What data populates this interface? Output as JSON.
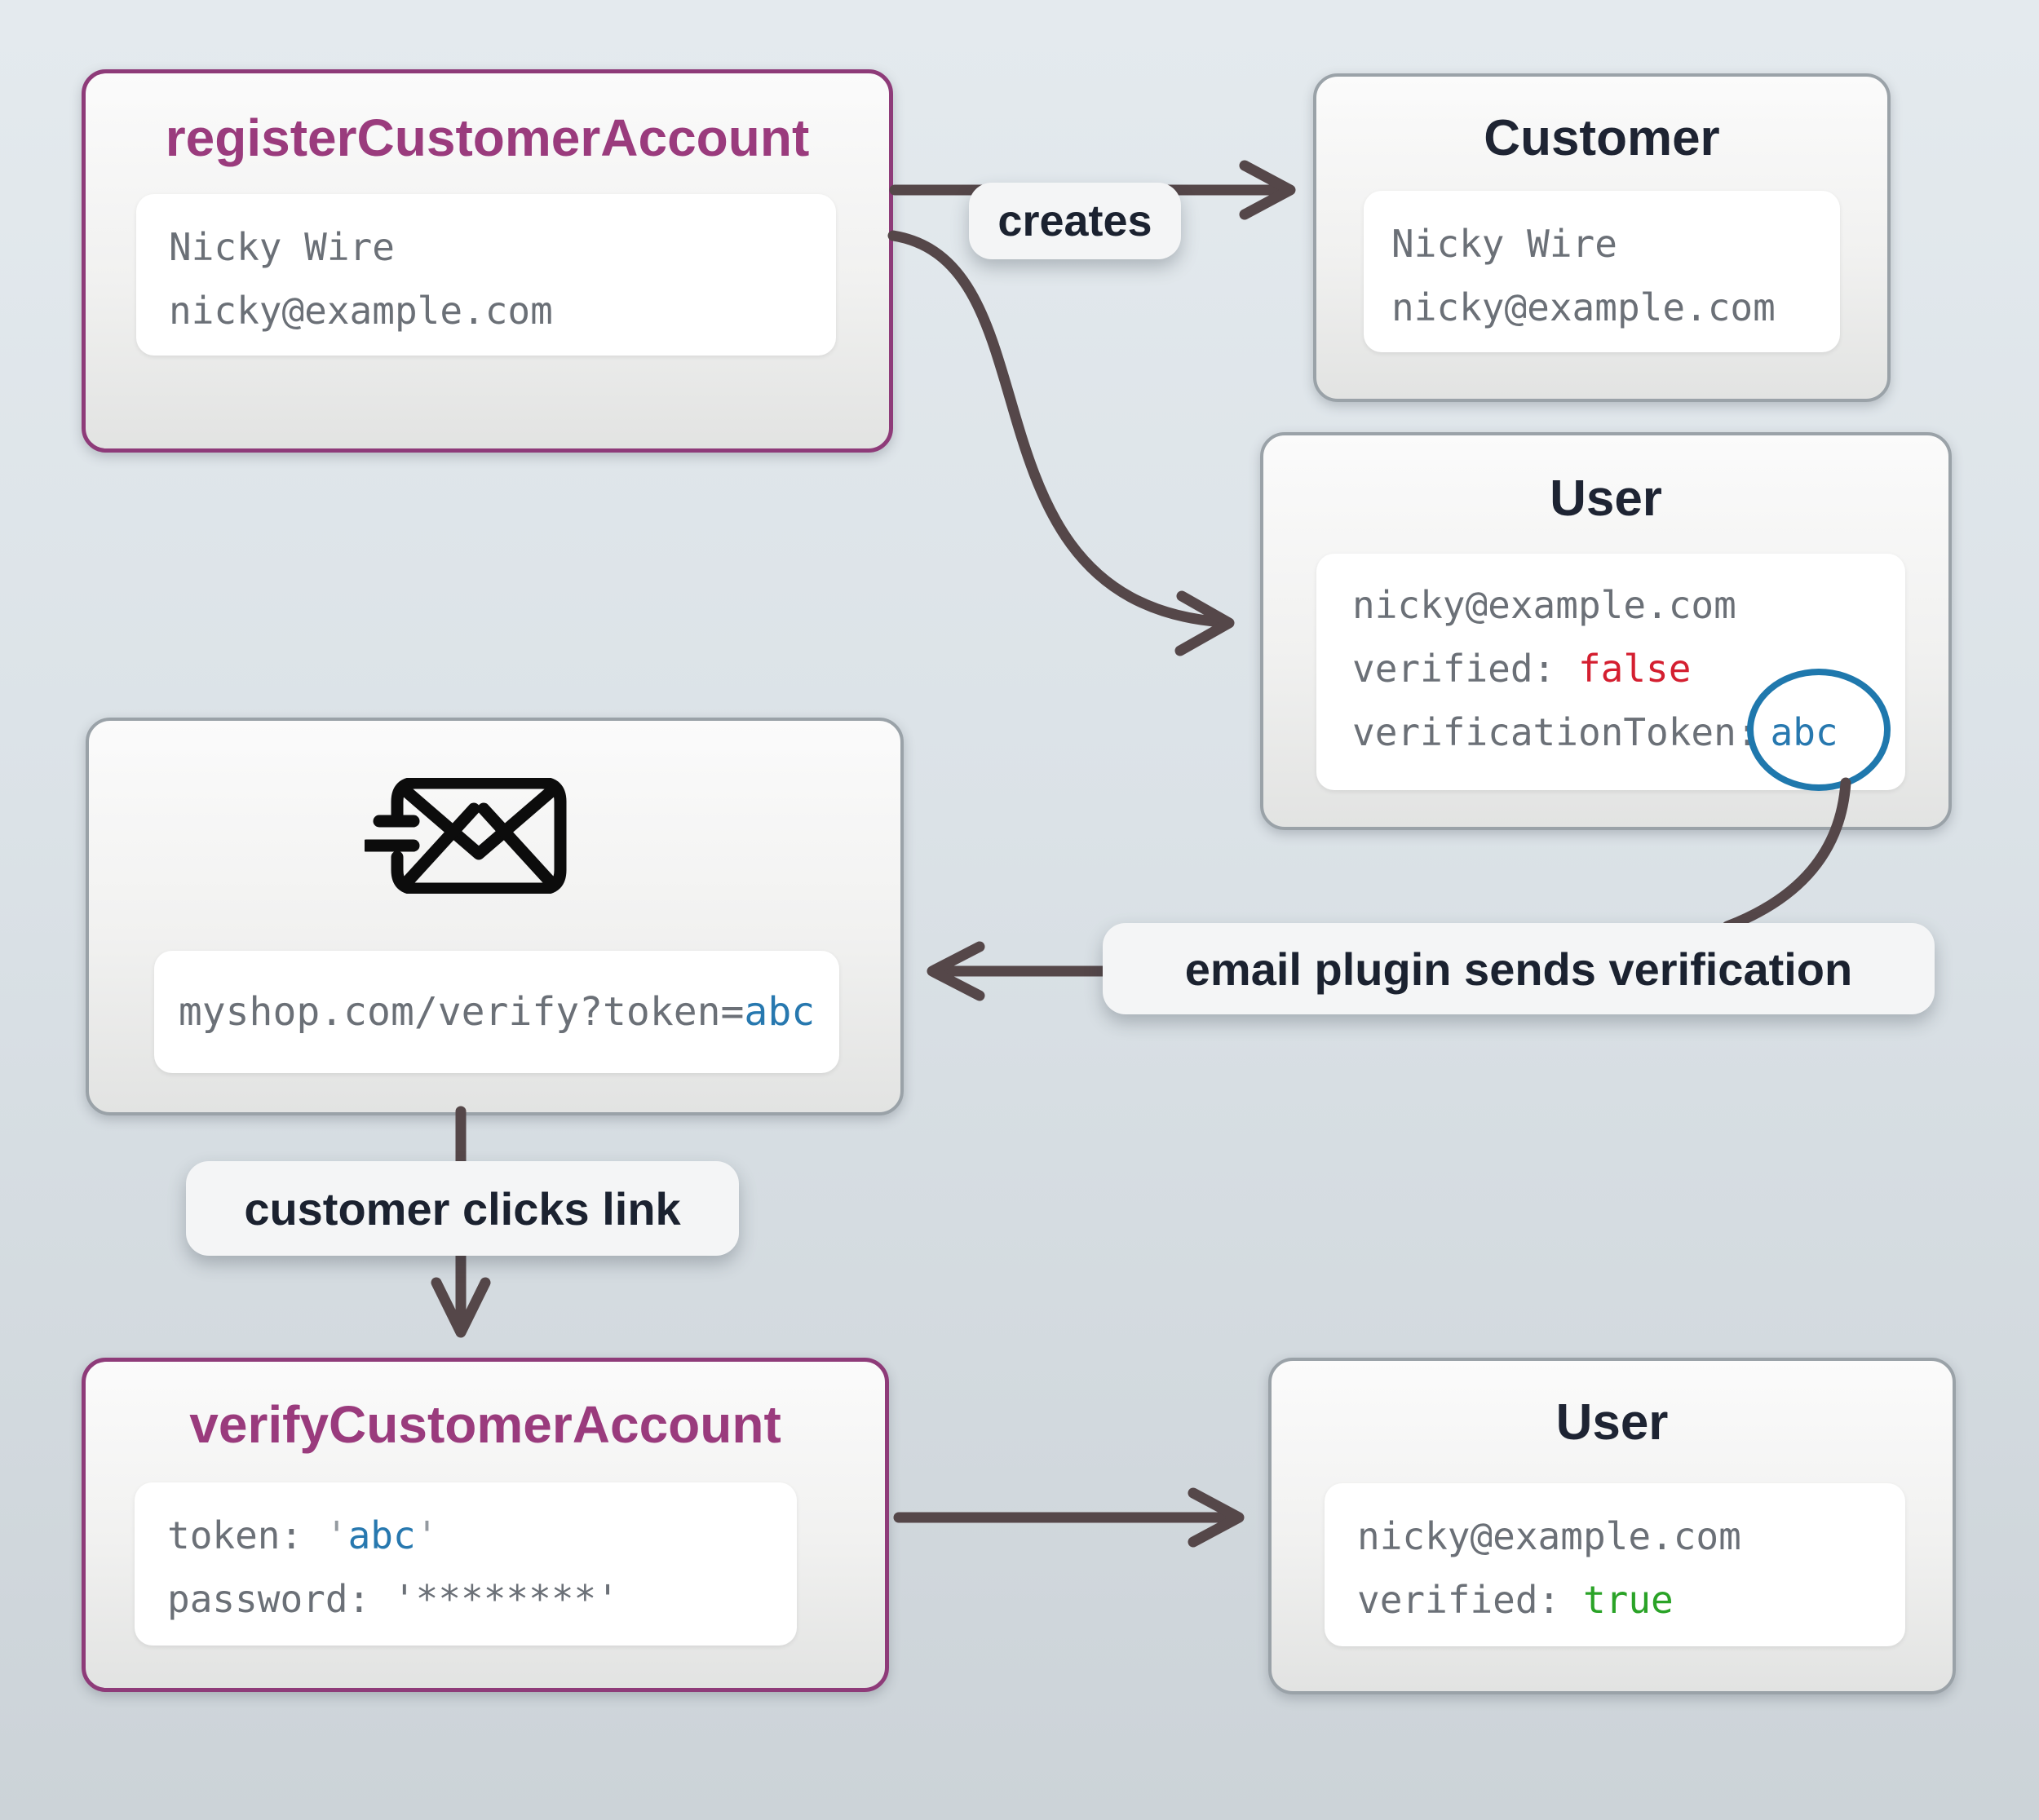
{
  "diagram": {
    "register": {
      "title": "registerCustomerAccount",
      "line1": "Nicky Wire",
      "line2": "nicky@example.com"
    },
    "customer": {
      "title": "Customer",
      "line1": "Nicky Wire",
      "line2": "nicky@example.com"
    },
    "userUnverified": {
      "title": "User",
      "email": "nicky@example.com",
      "verifiedLabel": "verified: ",
      "verifiedValue": "false",
      "tokenLabel": "verificationToken:",
      "tokenValue": "abc"
    },
    "emailNode": {
      "urlPrefix": "myshop.com/verify?token=",
      "urlToken": "abc"
    },
    "verify": {
      "title": "verifyCustomerAccount",
      "tokenLabel": "token: ",
      "openQuote": "'",
      "tokenValue": "abc",
      "closeQuote": "'",
      "passwordLabel": "password: ",
      "passwordValue": "'********'"
    },
    "userVerified": {
      "title": "User",
      "email": "nicky@example.com",
      "verifiedLabel": "verified: ",
      "verifiedValue": "true"
    },
    "labels": {
      "creates": "creates",
      "emailPlugin": "email plugin sends verification",
      "clicksLink": "customer clicks link"
    },
    "colors": {
      "purpleAccent": "#9a3b7d",
      "falseRed": "#d41f30",
      "trueGreen": "#2aa327",
      "tokenBlue": "#2778af",
      "circleBlue": "#1f78ad",
      "arrow": "#554749"
    }
  }
}
